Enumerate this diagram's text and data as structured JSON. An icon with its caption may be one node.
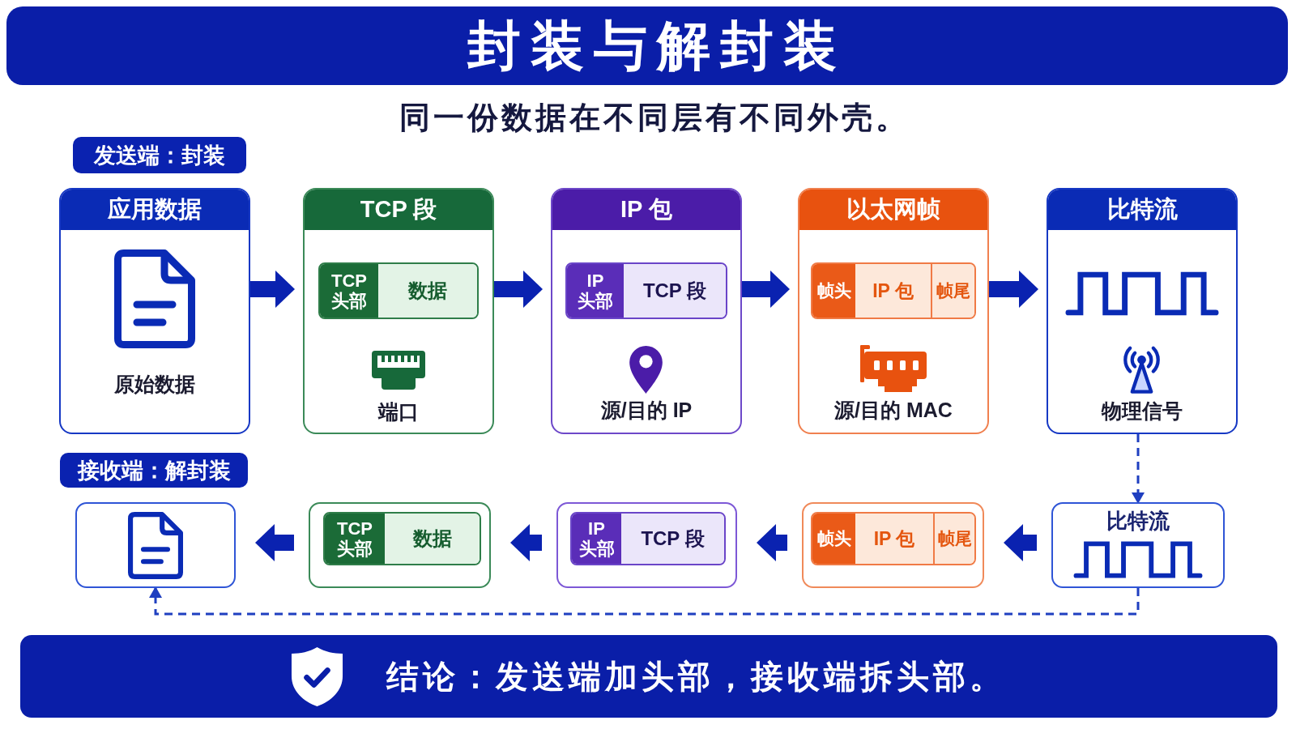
{
  "diagram": {
    "title": "封装与解封装",
    "nodes": [
      {
        "text": [
          "应用数据",
          "原始数据"
        ]
      },
      {
        "text": [
          "TCP 段",
          "端口"
        ]
      },
      {
        "text": [
          "TCP 头部",
          "数据"
        ],
        "in": 1
      },
      {
        "text": [
          "IP 包",
          "源/目的 IP"
        ]
      },
      {
        "text": [
          "IP 头部",
          "TCP 段"
        ],
        "in": 3
      },
      {
        "text": [
          "以太网帧",
          "源/目的 MAC"
        ]
      },
      {
        "text": [
          "帧头",
          "IP 包",
          "帧尾"
        ],
        "in": 5
      },
      {
        "text": [
          "比特流",
          "物理信号"
        ]
      },
      {
        "text": [],
        "shape": "box"
      },
      {
        "text": [],
        "shape": "box"
      },
      {
        "text": [
          "TCP 头部",
          "数据"
        ],
        "in": 9
      },
      {
        "text": [],
        "shape": "box"
      },
      {
        "text": [
          "IP 头部",
          "TCP 段"
        ],
        "in": 11
      },
      {
        "text": [],
        "shape": "box"
      },
      {
        "text": [
          "帧头",
          "IP 包",
          "帧尾"
        ],
        "in": 13
      },
      {
        "text": [
          "比特流"
        ]
      }
    ],
    "edges": [
      {
        "from": 0,
        "to": 1,
        "arrow": "to"
      },
      {
        "from": 1,
        "to": 3,
        "arrow": "to"
      },
      {
        "from": 3,
        "to": 5,
        "arrow": "to"
      },
      {
        "from": 5,
        "to": 7,
        "arrow": "to"
      },
      {
        "from": 7,
        "to": 15,
        "arrow": "to",
        "style": "dashed"
      },
      {
        "from": 15,
        "to": 13,
        "arrow": "to"
      },
      {
        "from": 13,
        "to": 11,
        "arrow": "to"
      },
      {
        "from": 11,
        "to": 9,
        "arrow": "to"
      },
      {
        "from": 9,
        "to": 8,
        "arrow": "to"
      },
      {
        "from": 15,
        "to": 8,
        "arrow": "to",
        "style": "dashed"
      }
    ],
    "labels": [
      "同一份数据在不同层有不同外壳。",
      "发送端：封装",
      "接收端：解封装",
      "结论：发送端加头部，接收端拆头部。"
    ]
  }
}
